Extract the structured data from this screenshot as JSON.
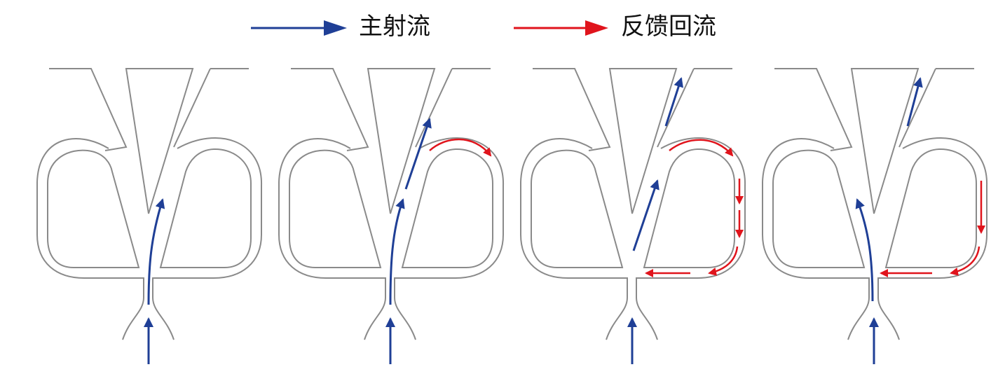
{
  "legend": {
    "main_jet_label": "主射流",
    "feedback_label": "反馈回流",
    "main_jet_color": "#1f3f96",
    "feedback_color": "#e0141c"
  },
  "panels": [
    {
      "stage": 1
    },
    {
      "stage": 2
    },
    {
      "stage": 3
    },
    {
      "stage": 4
    }
  ]
}
